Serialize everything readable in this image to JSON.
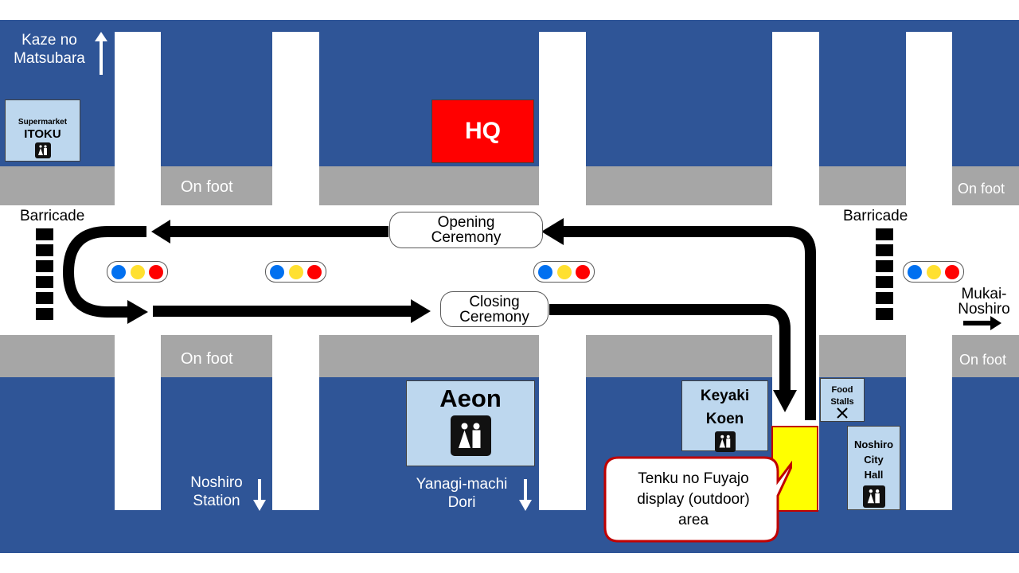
{
  "labels": {
    "kaze": "Kaze no\nMatsubara",
    "hq": "HQ",
    "on_foot": "On foot",
    "barricade": "Barricade",
    "opening": "Opening\nCeremony",
    "closing": "Closing\nCeremony",
    "mukai": "Mukai-\nNoshiro",
    "noshiro_station": "Noshiro\nStation",
    "yanagi": "Yanagi-machi\nDori",
    "food_stalls": "Food\nStalls",
    "tenku": "Tenku no Fuyajo\ndisplay (outdoor)\narea"
  },
  "buildings": {
    "itoku_small": "Supermarket",
    "itoku_name": "ITOKU",
    "aeon": "Aeon",
    "keyaki": "Keyaki\nKoen",
    "city_hall": "Noshiro\nCity\nHall"
  },
  "icons": [
    "restroom-icon",
    "restroom-icon",
    "restroom-icon",
    "restroom-icon",
    "fork-knife-icon",
    "arrow-up-icon",
    "arrow-right-icon",
    "arrow-down-icon",
    "arrow-down-icon"
  ],
  "colors": {
    "block": "#2f5597",
    "road": "#ffffff",
    "sidewalk": "#a6a6a6",
    "hq": "#ff0000",
    "building": "#bdd7ee",
    "display_area": "#ffff00",
    "callout_border": "#c00000",
    "light_blue": "#0070f0",
    "light_yellow": "#ffe030",
    "light_red": "#ff0000"
  }
}
